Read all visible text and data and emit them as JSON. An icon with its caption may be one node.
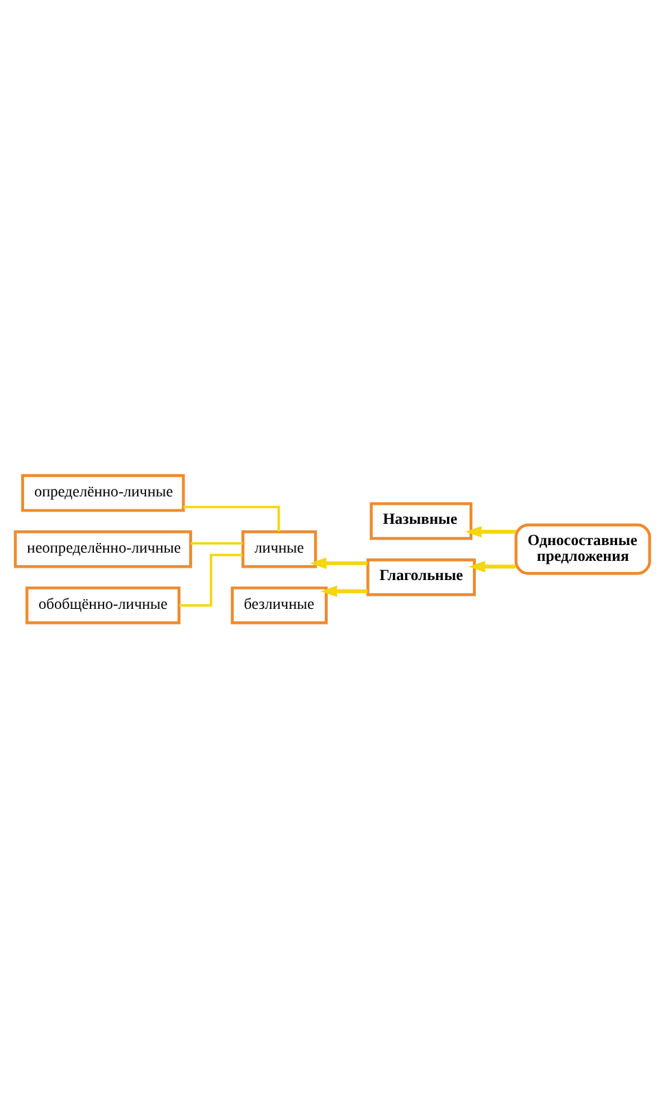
{
  "diagram": {
    "nodes": [
      {
        "text": [
          "Односоставные предложения"
        ]
      },
      {
        "text": [
          "Назывные"
        ]
      },
      {
        "text": [
          "Глагольные"
        ]
      },
      {
        "text": [
          "личные"
        ]
      },
      {
        "text": [
          "безличные"
        ]
      },
      {
        "text": [
          "определённо-личные"
        ]
      },
      {
        "text": [
          "неопределённо-личные"
        ]
      },
      {
        "text": [
          "обобщённо-личные"
        ]
      }
    ],
    "edges": [
      {
        "from": 0,
        "to": 1,
        "arrow": "to"
      },
      {
        "from": 0,
        "to": 2,
        "arrow": "to"
      },
      {
        "from": 2,
        "to": 3,
        "arrow": "to"
      },
      {
        "from": 2,
        "to": 4,
        "arrow": "to"
      },
      {
        "from": 3,
        "to": 5,
        "arrow": "none"
      },
      {
        "from": 3,
        "to": 6,
        "arrow": "none"
      },
      {
        "from": 3,
        "to": 7,
        "arrow": "none"
      }
    ]
  }
}
